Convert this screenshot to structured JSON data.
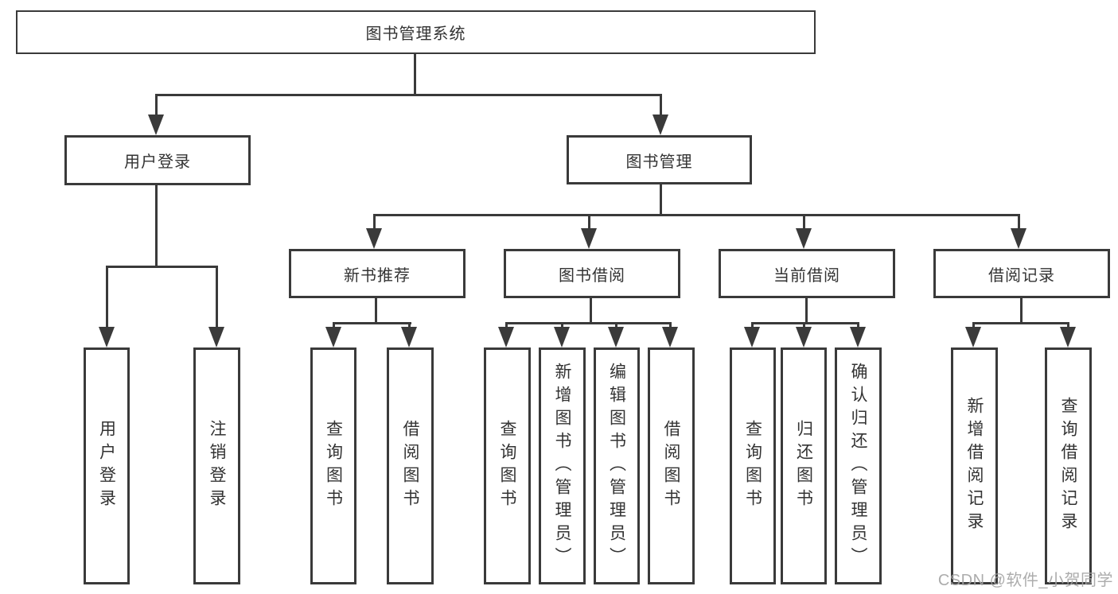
{
  "diagram": {
    "title": "图书管理系统",
    "type": "hierarchy-tree",
    "colors": {
      "line": "#3a3a3a",
      "border": "#3a3a3a",
      "text": "#333333",
      "background": "#ffffff",
      "watermark": "#a3a3a3"
    },
    "nodes": {
      "root": {
        "label": "图书管理系统"
      },
      "level2": {
        "user_login": {
          "label": "用户登录"
        },
        "book_mgmt": {
          "label": "图书管理"
        }
      },
      "level3": {
        "new_books": {
          "label": "新书推荐",
          "parent": "图书管理"
        },
        "borrowing": {
          "label": "图书借阅",
          "parent": "图书管理"
        },
        "current": {
          "label": "当前借阅",
          "parent": "图书管理"
        },
        "records": {
          "label": "借阅记录",
          "parent": "图书管理"
        }
      },
      "leaves": {
        "user_login": {
          "label": "用户登录",
          "parent": "用户登录"
        },
        "logout": {
          "label": "注销登录",
          "parent": "用户登录"
        },
        "nb_query": {
          "label": "查询图书",
          "parent": "新书推荐"
        },
        "nb_borrow": {
          "label": "借阅图书",
          "parent": "新书推荐"
        },
        "bb_query": {
          "label": "查询图书",
          "parent": "图书借阅"
        },
        "bb_add": {
          "label": "新增图书（管理员）",
          "parent": "图书借阅"
        },
        "bb_edit": {
          "label": "编辑图书（管理员）",
          "parent": "图书借阅"
        },
        "bb_borrow": {
          "label": "借阅图书",
          "parent": "图书借阅"
        },
        "cb_query": {
          "label": "查询图书",
          "parent": "当前借阅"
        },
        "cb_return": {
          "label": "归还图书",
          "parent": "当前借阅"
        },
        "cb_confirm": {
          "label": "确认归还（管理员）",
          "parent": "当前借阅"
        },
        "br_add": {
          "label": "新增借阅记录",
          "parent": "借阅记录"
        },
        "br_query": {
          "label": "查询借阅记录",
          "parent": "借阅记录"
        }
      }
    },
    "watermark": "CSDN @软件_小贺同学"
  }
}
